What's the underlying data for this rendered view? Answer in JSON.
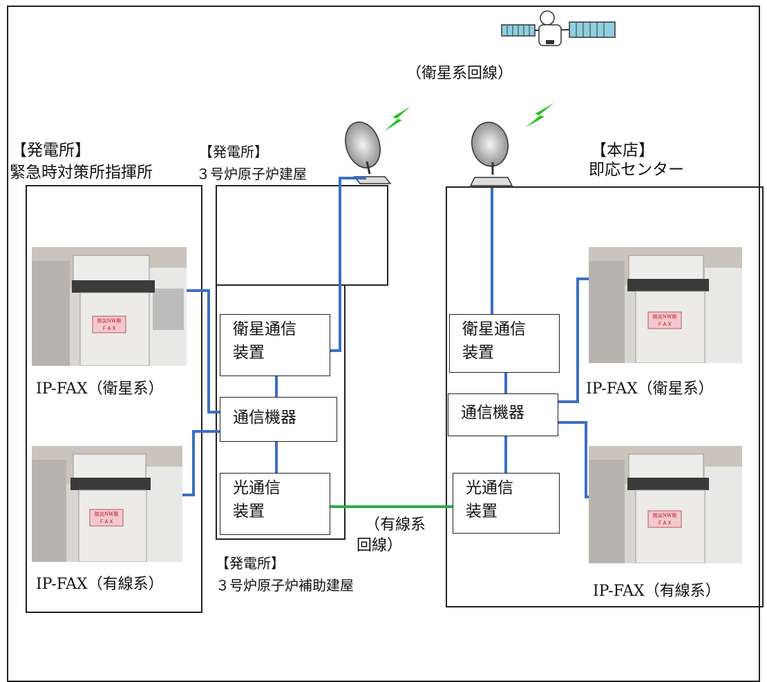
{
  "satellite_line_label": "（衛星系回線）",
  "sites": {
    "emergency": {
      "title": "【発電所】",
      "subtitle": "緊急時対策所指揮所"
    },
    "reactor_building": {
      "title": "【発電所】",
      "subtitle": "３号炉原子炉建屋"
    },
    "aux_building": {
      "title": "【発電所】",
      "subtitle": "３号炉原子炉補助建屋"
    },
    "head_office": {
      "title": "【本店】",
      "subtitle": "即応センター"
    }
  },
  "devices": {
    "plant_satellite_comm": "衛星通信\n装置",
    "plant_comm_equipment": "通信機器",
    "plant_optical_comm": "光通信\n装置",
    "office_satellite_comm": "衛星通信\n装置",
    "office_comm_equipment": "通信機器",
    "office_optical_comm": "光通信\n装置"
  },
  "fax_labels": {
    "plant_satellite": "IP-FAX（衛星系）",
    "plant_wired": "IP-FAX（有線系）",
    "office_satellite": "IP-FAX（衛星系）",
    "office_wired": "IP-FAX（有線系）"
  },
  "fax_sign": {
    "line1": "防災NW用",
    "line2": "ＦＡＸ"
  },
  "wired_line_label": {
    "line1": "（有線系",
    "line2": "回線）"
  },
  "colors": {
    "satellite_line": "#3a6fc4",
    "wired_line": "#2eaa4a",
    "signal": "#22c41e"
  }
}
